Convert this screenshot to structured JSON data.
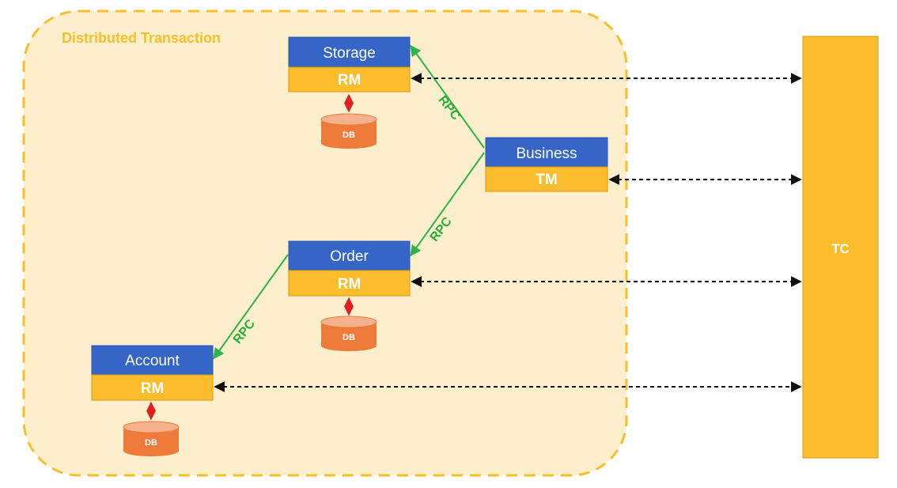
{
  "region": {
    "label": "Distributed Transaction"
  },
  "nodes": {
    "storage": {
      "title": "Storage",
      "role": "RM",
      "db": "DB"
    },
    "business": {
      "title": "Business",
      "role": "TM"
    },
    "order": {
      "title": "Order",
      "role": "RM",
      "db": "DB"
    },
    "account": {
      "title": "Account",
      "role": "RM",
      "db": "DB"
    }
  },
  "tc": {
    "label": "TC"
  },
  "rpc_labels": [
    "RPC",
    "RPC",
    "RPC"
  ],
  "colors": {
    "region_fill": "#fdefcb",
    "region_border": "#f9bf2a",
    "title_fill": "#3565c6",
    "role_fill": "#fbbd2b",
    "db_fill": "#ef7b3a",
    "db_top": "#f5b28d",
    "rpc_line": "#2db34a",
    "db_arrow": "#e02020",
    "tc_fill": "#fbbd2b"
  }
}
